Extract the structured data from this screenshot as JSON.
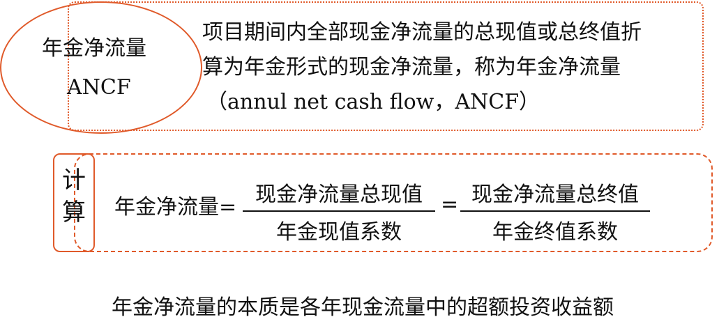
{
  "term": {
    "cn": "年金净流量",
    "en": "ANCF"
  },
  "definition": {
    "line1": "项目期间内全部现金净流量的总现值或总终值折",
    "line2": "算为年金形式的现金净流量，称为年金净流量",
    "line3": "（annul  net  cash  flow，ANCF）"
  },
  "calculation": {
    "label_char1": "计",
    "label_char2": "算",
    "lhs": "年金净流量=",
    "frac1_num": "现金净流量总现值",
    "frac1_den": "年金现值系数",
    "equals": "=",
    "frac2_num": "现金净流量总终值",
    "frac2_den": "年金终值系数"
  },
  "essence": "年金净流量的本质是各年现金流量中的超额投资收益额",
  "colors": {
    "accent": "#e05a2a",
    "text": "#111111",
    "background": "#ffffff"
  }
}
